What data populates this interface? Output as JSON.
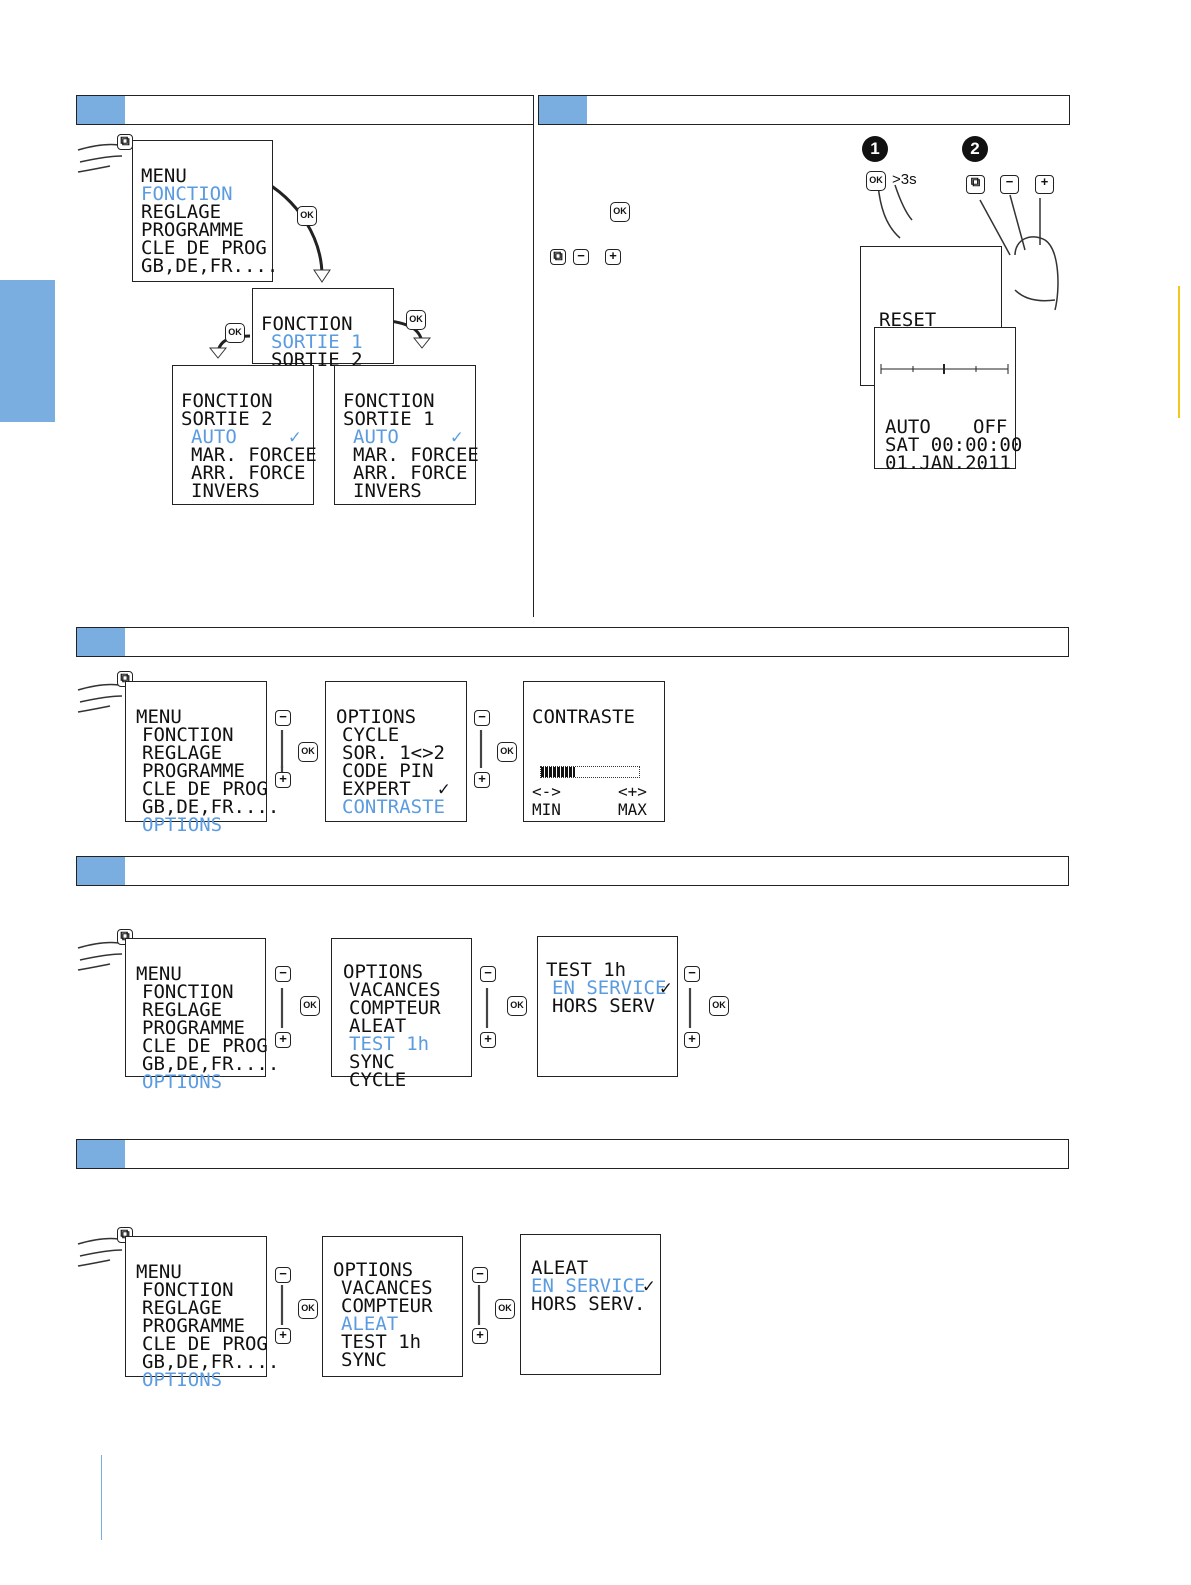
{
  "colors": {
    "accent": "#7aaee0",
    "highlight": "#5b9be0",
    "ink": "#111111"
  },
  "icons": {
    "ok": "OK",
    "minus": "−",
    "plus": "+",
    "copy": "copy-icon",
    "check": "✓"
  },
  "step_numbers": [
    "1",
    "2"
  ],
  "hold_label": ">3s",
  "menu_top": [
    "MENU",
    "FONCTION",
    "REGLAGE",
    "PROGRAMME",
    "CLE DE PROG",
    "GB,DE,FR...."
  ],
  "fonction_menu": [
    "FONCTION",
    "SORTIE 1",
    "SORTIE 2"
  ],
  "sortie2_menu": [
    "FONCTION",
    "SORTIE 2",
    "AUTO",
    "MAR. FORCEE",
    "ARR. FORCE",
    "INVERS"
  ],
  "sortie1_menu": [
    "FONCTION",
    "SORTIE 1",
    "AUTO",
    "MAR. FORCEE",
    "ARR. FORCE",
    "INVERS"
  ],
  "reset_screen": {
    "label": "RESET"
  },
  "status_screen": {
    "mode": "AUTO",
    "state": "OFF",
    "time": "SAT 00:00:00",
    "date": "01.JAN.2011"
  },
  "menu_options": [
    "MENU",
    "FONCTION",
    "REGLAGE",
    "PROGRAMME",
    "CLE DE PROG",
    "GB,DE,FR....",
    "OPTIONS"
  ],
  "options_contraste": [
    "OPTIONS",
    "CYCLE",
    "SOR. 1<>2",
    "CODE PIN",
    "EXPERT",
    "CONTRASTE"
  ],
  "contraste_screen": {
    "title": "CONTRASTE",
    "minus": "<->",
    "plus": "<+>",
    "min": "MIN",
    "max": "MAX",
    "level": 0.35
  },
  "options_test": [
    "OPTIONS",
    "VACANCES",
    "COMPTEUR",
    "ALEAT",
    "TEST 1h",
    "SYNC",
    "CYCLE"
  ],
  "test_screen": [
    "TEST 1h",
    "EN SERVICE",
    "HORS SERV"
  ],
  "options_aleat": [
    "OPTIONS",
    "VACANCES",
    "COMPTEUR",
    "ALEAT",
    "TEST 1h",
    "SYNC"
  ],
  "aleat_screen": [
    "ALEAT",
    "EN SERVICE",
    "HORS SERV."
  ]
}
